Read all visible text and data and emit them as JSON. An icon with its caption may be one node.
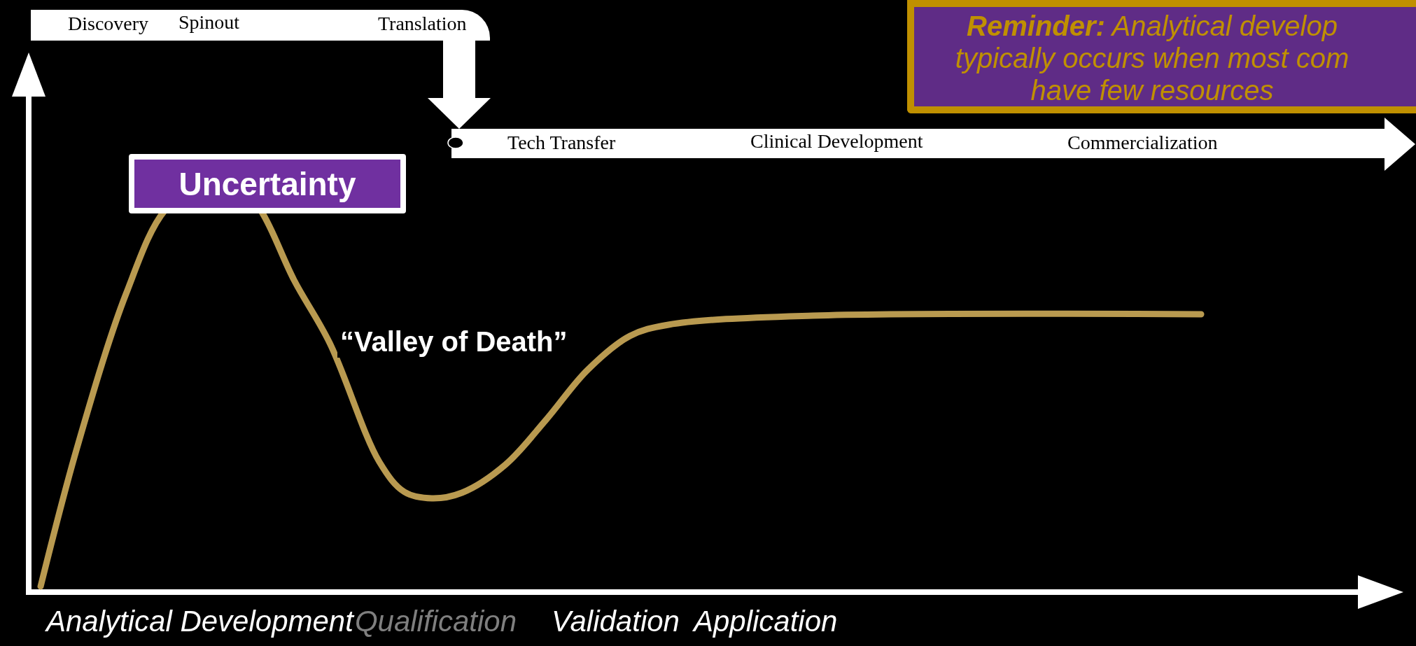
{
  "diagram": {
    "nodes": [
      {
        "text": [
          "Discovery",
          "Spinout",
          "Translation"
        ]
      },
      {
        "text": [
          "Tech Transfer",
          "Clinical Development",
          "Commercialization"
        ]
      },
      {
        "text": [
          "Uncertainty"
        ]
      },
      {
        "text": [
          "**Reminder:** Analytical develop typically occurs when most com have few resources"
        ]
      }
    ],
    "edges": [
      {
        "from": 0,
        "to": 1,
        "arrow": "to"
      }
    ],
    "labels": [
      "“Valley of Death”",
      "Analytical Development",
      "Qualification",
      "Validation",
      "Application"
    ]
  }
}
